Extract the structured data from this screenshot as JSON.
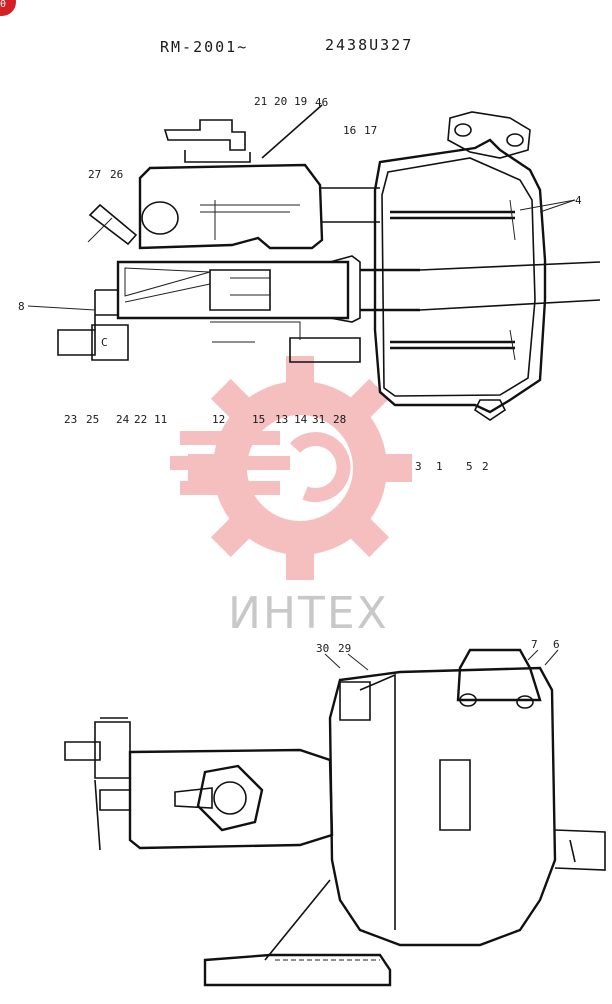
{
  "header": {
    "model": "RM-2001~",
    "part_number": "2438U327"
  },
  "callouts": {
    "n21": "21",
    "n20": "20",
    "n19": "19",
    "n46": "46",
    "n16": "16",
    "n17": "17",
    "n27": "27",
    "n26": "26",
    "n4": "4",
    "n8": "8",
    "n23": "23",
    "n25": "25",
    "n24": "24",
    "n22": "22",
    "n11": "11",
    "n12": "12",
    "n15": "15",
    "n13": "13",
    "n14": "14",
    "n31": "31",
    "n28": "28",
    "n3": "3",
    "n1": "1",
    "n5": "5",
    "n2": "2",
    "n30": "30",
    "n29": "29",
    "n7": "7",
    "n6": "6",
    "c": "C"
  },
  "watermark": {
    "text": "ИНТЕХ",
    "color": "#f4b8b8"
  },
  "icons": {
    "corner_badge": "red-circle-icon",
    "watermark_logo": "gear-wrench-icon"
  }
}
